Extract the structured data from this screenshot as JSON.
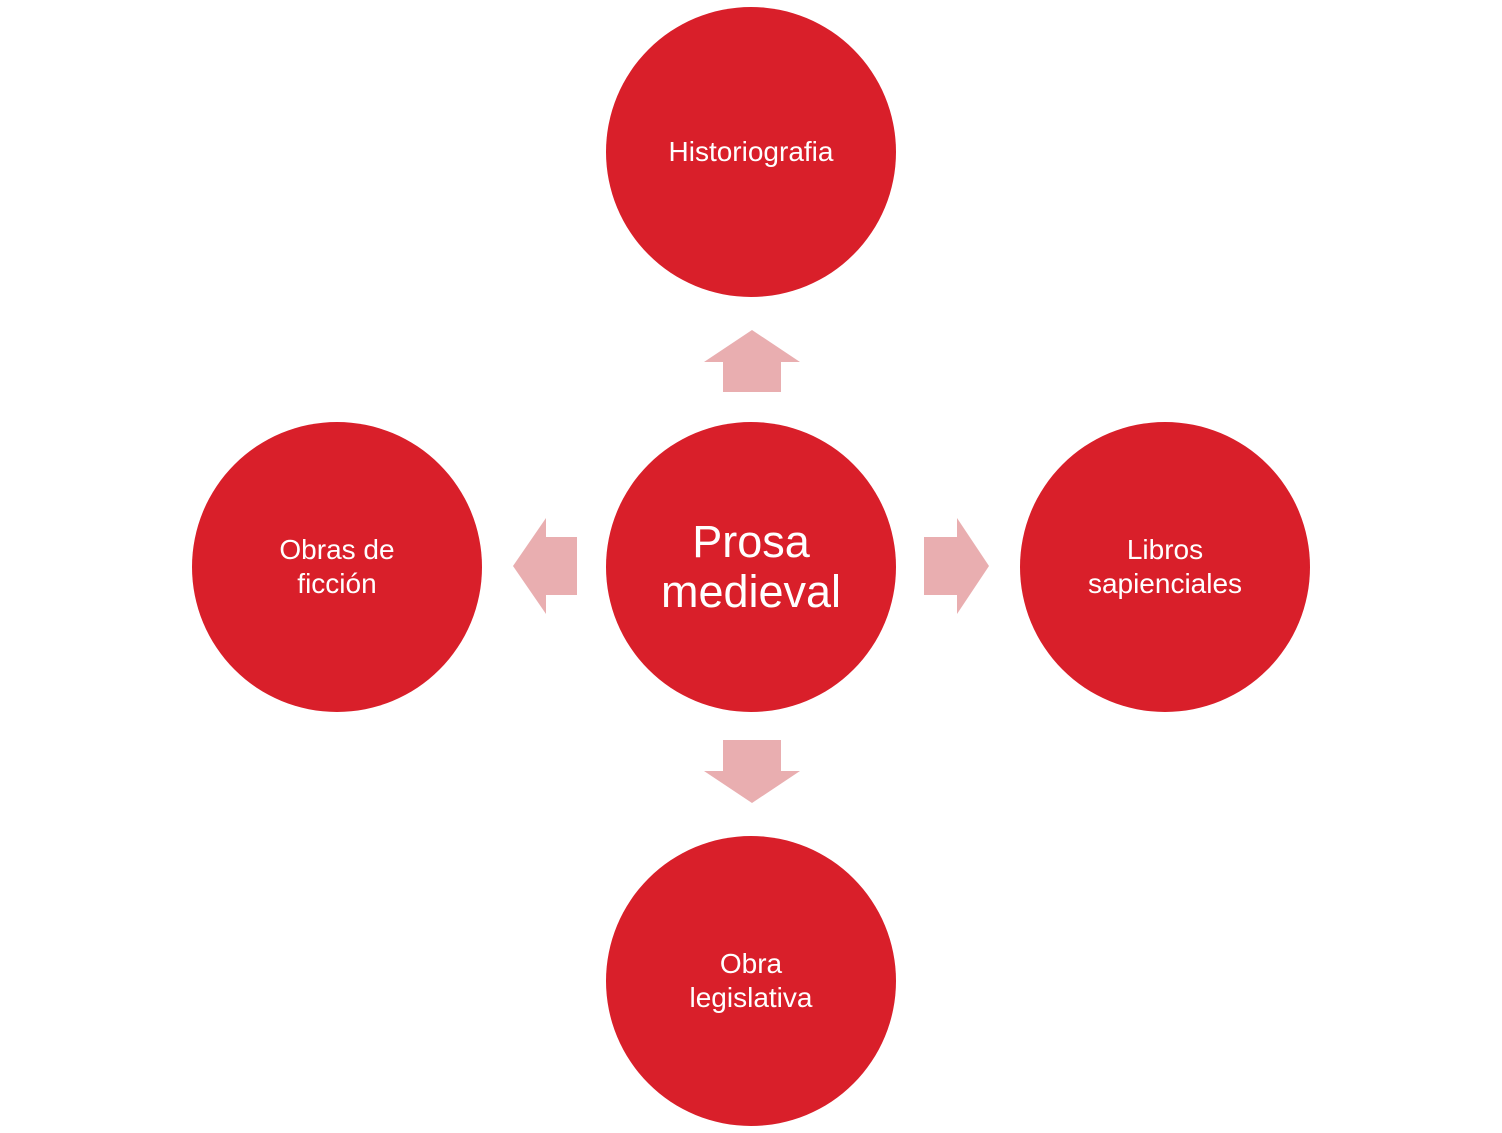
{
  "colors": {
    "node_fill": "#d91f2a",
    "arrow_fill": "#e9aeb0",
    "label_text": "#ffffff"
  },
  "diagram": {
    "center": {
      "label": "Prosa\nmedieval"
    },
    "top": {
      "label": "Historiografia"
    },
    "right": {
      "label": "Libros\nsapienciales"
    },
    "bottom": {
      "label": "Obra\nlegislativa"
    },
    "left": {
      "label": "Obras de\nficción"
    }
  }
}
